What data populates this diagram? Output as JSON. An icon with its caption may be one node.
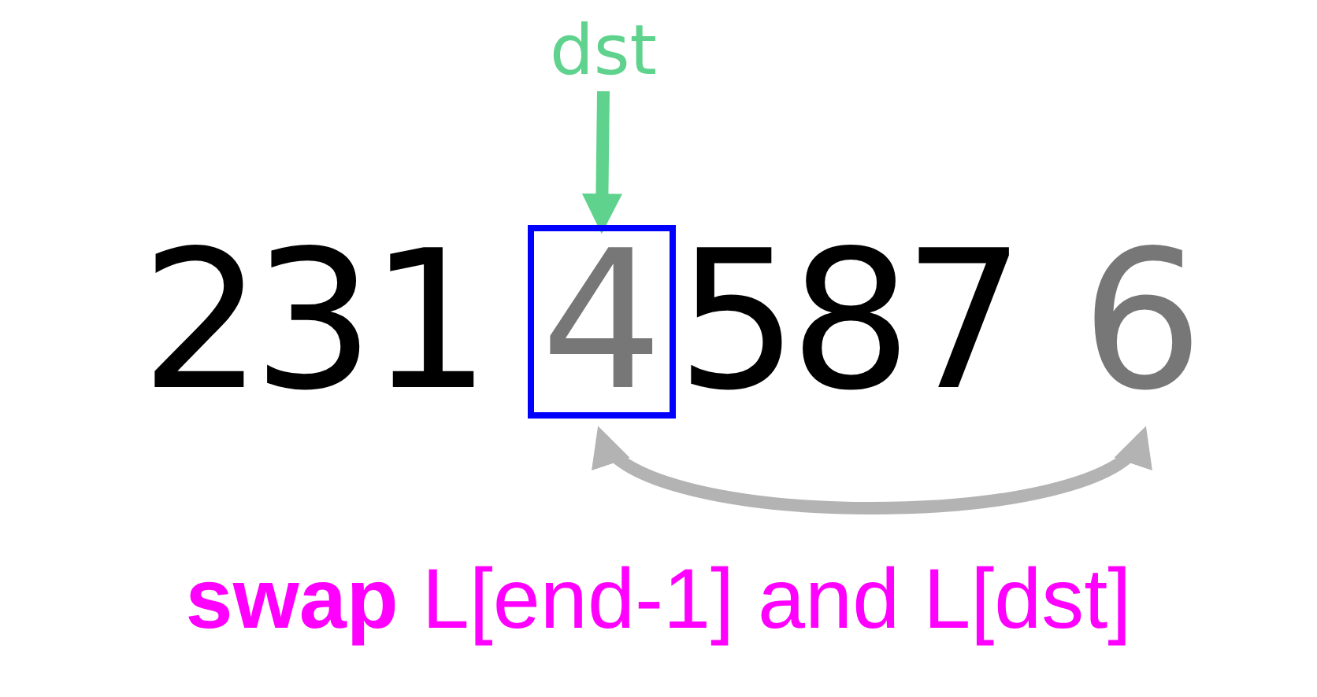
{
  "diagram": {
    "caption": "**swap** L[end-1] and L[dst]",
    "nodes": [
      {
        "text": [
          "dst"
        ]
      },
      {
        "text": [
          "4"
        ]
      },
      {
        "text": [
          "6"
        ]
      }
    ],
    "edges": [
      {
        "from": 0,
        "to": 1,
        "arrow": "to",
        "color": "#5fd38d"
      },
      {
        "from": 1,
        "to": 2,
        "arrow": "both",
        "color": "#b3b3b3"
      }
    ],
    "labels": [
      "2",
      "3",
      "1",
      "5",
      "8",
      "7"
    ]
  }
}
